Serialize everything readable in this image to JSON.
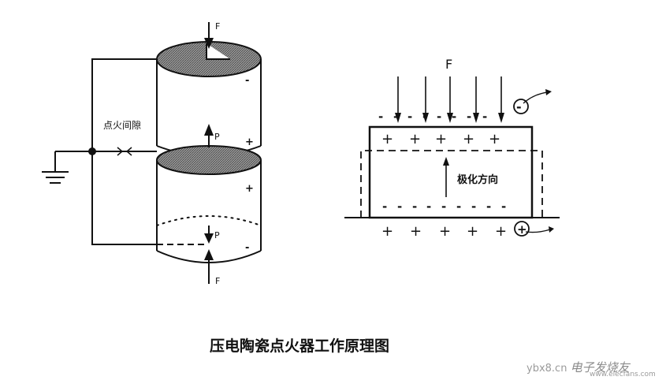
{
  "left_diagram": {
    "force_top": "F",
    "force_bottom": "F",
    "gap_label": "点火间隙",
    "pol_upper": "P",
    "pol_lower": "P",
    "sign_top_right": "-",
    "sign_mid_upper": "+",
    "sign_mid_lower": "+",
    "sign_bottom": "-"
  },
  "right_diagram": {
    "force": "F",
    "polarization_label": "极化方向",
    "top_plus": [
      "+",
      "+",
      "+",
      "+",
      "+"
    ],
    "bottom_plus": [
      "+",
      "+",
      "+",
      "+",
      "+"
    ],
    "top_minus": [
      "-",
      "-",
      "-",
      "-",
      "-",
      "-",
      "-",
      "-"
    ],
    "bottom_minus": [
      "-",
      "-",
      "-",
      "-",
      "-",
      "-",
      "-",
      "-",
      "-"
    ],
    "electron": "-",
    "hole": "+"
  },
  "caption": "压电陶瓷点火器工作原理图",
  "watermark": {
    "site": "ybx8.cn",
    "brand": "电子发烧友",
    "url": "www.elecfans.com"
  }
}
